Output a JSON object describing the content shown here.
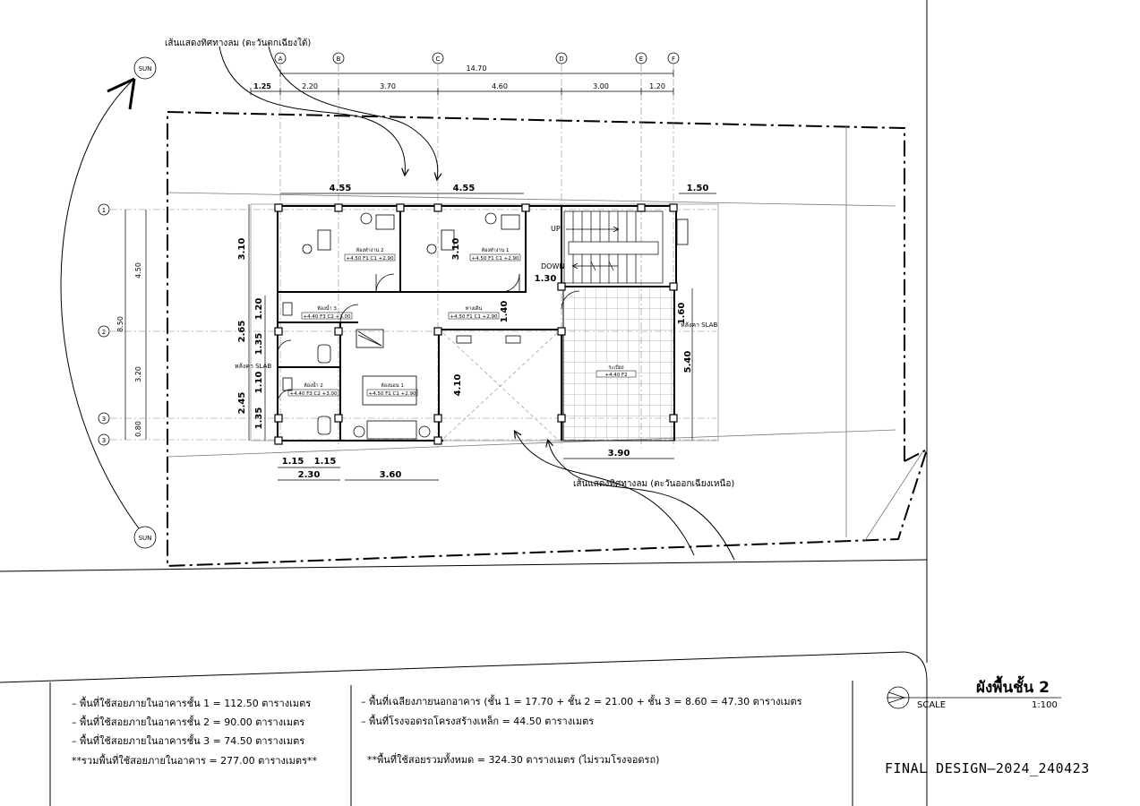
{
  "sheet": {
    "title": "ผังพื้นชั้น 2",
    "scale_label": "SCALE",
    "scale_value": "1:100",
    "design_code": "FINAL DESIGN–2024_240423"
  },
  "wind_notes": {
    "top": "เส้นแสดงทิศทางลม (ตะวันตกเฉียงใต้)",
    "bottom": "เส้นแสดงทิศทางลม (ตะวันออกเฉียงเหนือ)"
  },
  "sun_labels": [
    "SUN",
    "SUN"
  ],
  "grid": {
    "columns": [
      "A",
      "B",
      "C",
      "D",
      "E",
      "F"
    ],
    "rows": [
      "1",
      "2",
      "3",
      "3"
    ]
  },
  "dimensions": {
    "overall_top": "14.70",
    "top_segments": [
      "1.25",
      "2.20",
      "3.70",
      "4.60",
      "3.00",
      "1.20"
    ],
    "room_top": [
      "4.55",
      "4.55",
      "1.50"
    ],
    "left_outer": [
      "4.50",
      "8.50",
      "3.20",
      "0.80"
    ],
    "left_inner": [
      "3.10",
      "2.65",
      "2.45",
      "1.20",
      "1.35",
      "1.10",
      "1.35"
    ],
    "interior": [
      "3.10",
      "1.30",
      "1.40",
      "4.10",
      "1.60",
      "5.40"
    ],
    "bottom": [
      "1.15",
      "1.15",
      "2.30",
      "3.60",
      "3.90"
    ]
  },
  "rooms": [
    {
      "name": "ห้องทำงาน 2",
      "spec": "+4.50 F1 C1 +2.90"
    },
    {
      "name": "ห้องทำงาน 1",
      "spec": "+4.50 F1 C1 +2.90"
    },
    {
      "name": "ห้องน้ำ 3",
      "spec": "+4.40 F3 C2 +3.00"
    },
    {
      "name": "ทางเดิน",
      "spec": "+4.50 F1 C1 +2.90"
    },
    {
      "name": "ห้องน้ำ 2",
      "spec": "+4.40 F3 C2 +3.00"
    },
    {
      "name": "ห้องนอน 1",
      "spec": "+4.50 F1 C1 +2.90"
    },
    {
      "name": "ระเบียง",
      "spec": "+4.40 F2"
    }
  ],
  "labels": {
    "up": "UP",
    "down": "DOWN",
    "roof_slab_right": "หลังคา SLAB",
    "roof_slab_left": "หลังคา SLAB"
  },
  "area_notes_left": [
    "– พื้นที่ใช้สอยภายในอาคารชั้น 1 = 112.50 ตารางเมตร",
    "– พื้นที่ใช้สอยภายในอาคารชั้น 2 = 90.00 ตารางเมตร",
    "– พื้นที่ใช้สอยภายในอาคารชั้น 3 = 74.50 ตารางเมตร",
    "**รวมพื้นที่ใช้สอยภายในอาคาร = 277.00 ตารางเมตร**"
  ],
  "area_notes_right": [
    "– พื้นที่เฉลียงภายนอกอาคาร (ชั้น 1 = 17.70 + ชั้น 2 = 21.00 + ชั้น 3 = 8.60 = 47.30 ตารางเมตร",
    "– พื้นที่โรงจอดรถโครงสร้างเหล็ก = 44.50 ตารางเมตร",
    "**พื้นที่ใช้สอยรวมทั้งหมด = 324.30 ตารางเมตร (ไม่รวมโรงจอดรถ)"
  ]
}
